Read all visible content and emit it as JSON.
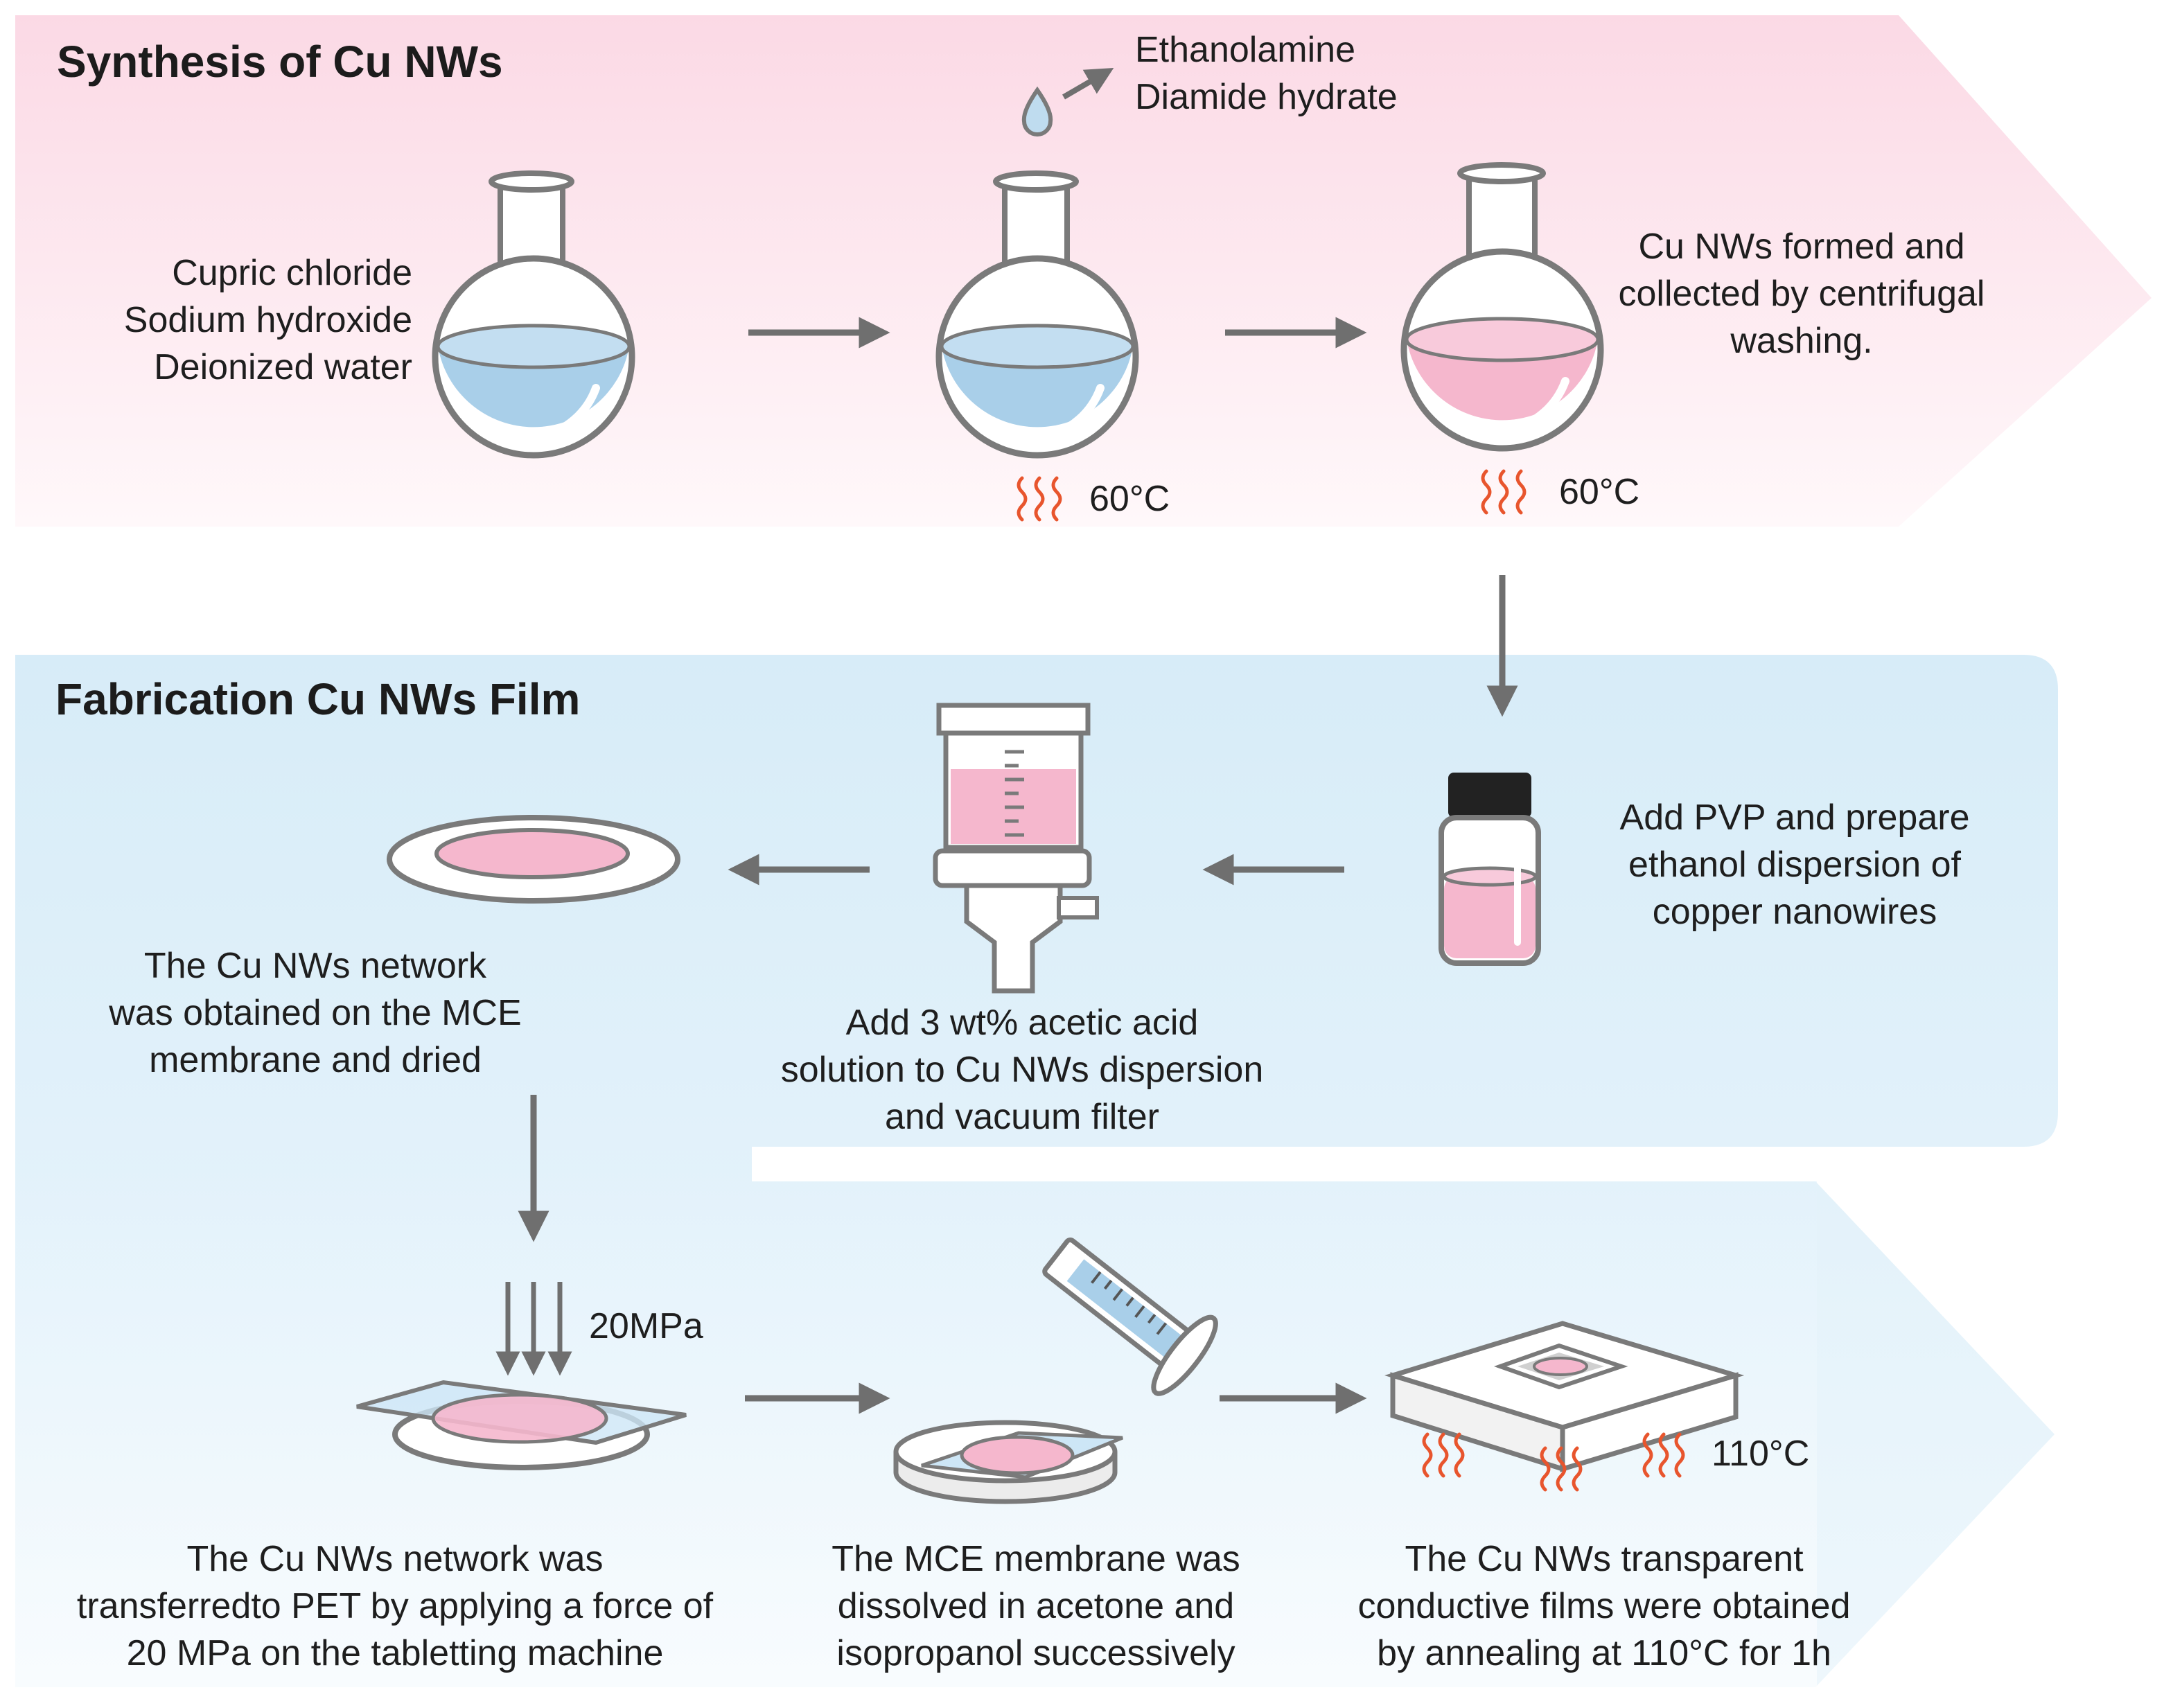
{
  "sections": {
    "synthesis_title": "Synthesis of Cu NWs",
    "fabrication_title": "Fabrication Cu NWs Film"
  },
  "synthesis": {
    "reagents": [
      "Cupric chloride",
      "Sodium hydroxide",
      "Deionized water"
    ],
    "added_reagents": [
      "Ethanolamine",
      "Diamide hydrate"
    ],
    "temp_step2": "60°C",
    "temp_step3": "60°C",
    "formed_note": [
      "Cu NWs formed and",
      "collected by centrifugal",
      "washing."
    ]
  },
  "fabrication": {
    "pvp_step": [
      "Add PVP and prepare",
      "ethanol dispersion of",
      "copper nanowires"
    ],
    "filter_step": [
      "Add 3 wt% acetic acid",
      "solution to Cu NWs dispersion",
      "and vacuum filter"
    ],
    "network_step": [
      "The Cu NWs network",
      "was obtained on the MCE",
      "membrane and dried"
    ],
    "pressure": "20MPa",
    "transfer_step": [
      "The Cu NWs network was",
      "transferredto PET by applying a force of",
      "20 MPa on the tabletting machine"
    ],
    "dissolve_step": [
      "The MCE membrane was",
      "dissolved in acetone and",
      "isopropanol successively"
    ],
    "anneal_temp": "110°C",
    "anneal_step": [
      "The Cu NWs transparent",
      "conductive films were obtained",
      "by annealing at 110°C for 1h"
    ]
  },
  "colors": {
    "synthesis_band": "#fde8ef",
    "fabrication_band": "#e3f1fa",
    "blue_liquid": "#a9cfe9",
    "pink_liquid": "#f5b7cd",
    "arrow": "#6f6f6f",
    "heat": "#e8552d"
  }
}
